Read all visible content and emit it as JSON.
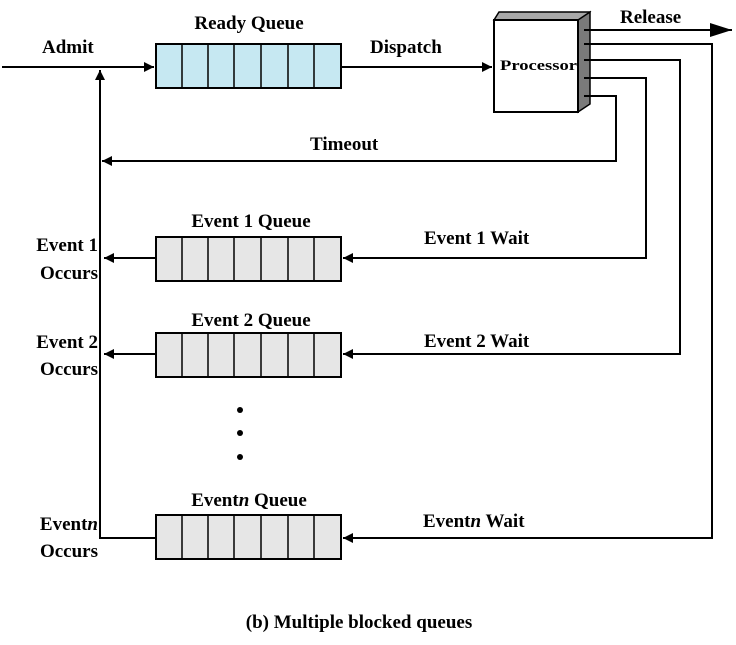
{
  "diagram": {
    "ready_queue_label": "Ready Queue",
    "admit_label": "Admit",
    "dispatch_label": "Dispatch",
    "release_label": "Release",
    "processor_label": "Processor",
    "timeout_label": "Timeout",
    "event1_queue_label": "Event 1 Queue",
    "event1_wait_label": "Event 1 Wait",
    "event1_occurs_line1": "Event 1",
    "event1_occurs_line2": "Occurs",
    "event2_queue_label": "Event 2 Queue",
    "event2_wait_label": "Event 2 Wait",
    "event2_occurs_line1": "Event 2",
    "event2_occurs_line2": "Occurs",
    "eventn_queue_prefix": "Event",
    "eventn_queue_var": "n",
    "eventn_queue_suffix": " Queue",
    "eventn_wait_prefix": "Event",
    "eventn_wait_var": "n",
    "eventn_wait_suffix": " Wait",
    "eventn_occurs_prefix": "Event",
    "eventn_occurs_var": "n",
    "eventn_occurs_line2": "Occurs",
    "caption": "(b) Multiple blocked queues",
    "colors": {
      "ready_queue_fill": "#c6e8f2",
      "blocked_queue_fill": "#e6e6e6",
      "line": "#000000",
      "processor_front": "#ffffff",
      "processor_side": "#7a7a7a",
      "processor_top": "#a9a9a9"
    }
  }
}
